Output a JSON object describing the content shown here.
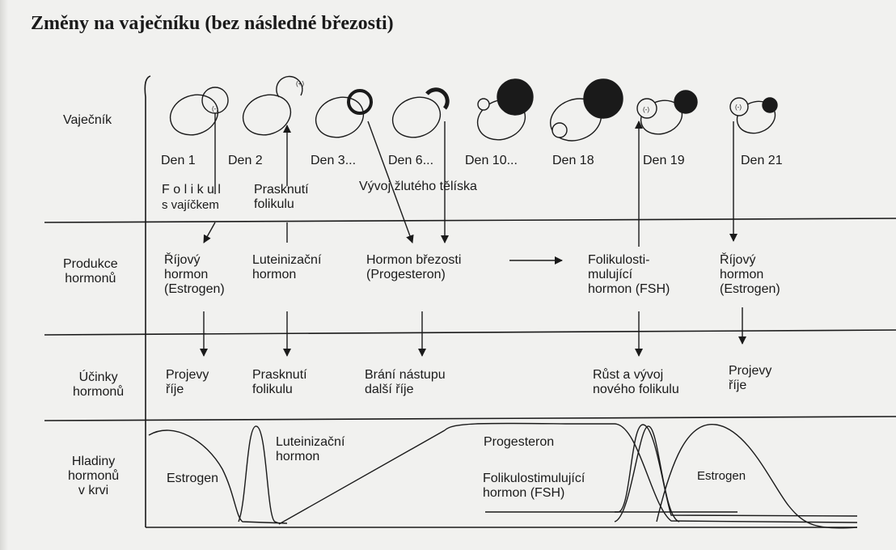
{
  "title": "Změny na vaječníku (bez následné březosti)",
  "rows": {
    "ovary": "Vaječník",
    "production": "Produkce\nhormonů",
    "effects": "Účinky\nhormonů",
    "levels": "Hladiny\nhormonů\nv krvi"
  },
  "days": [
    "Den 1",
    "Den 2",
    "Den 3...",
    "Den 6...",
    "Den 10...",
    "Den 18",
    "Den 19",
    "Den 21"
  ],
  "ovary_labels": {
    "follicle": "F o l i k u l",
    "follicle_egg": "s vajíčkem",
    "rupture": "Prasknutí\nfolikulu",
    "corpus_luteum": "Vývoj žlutého tělíska"
  },
  "hormones": {
    "estrogen_1": "Říjový\nhormon\n(Estrogen)",
    "lh": "Luteinizační\nhormon",
    "progesterone": "Hormon březosti\n(Progesteron)",
    "fsh": "Folikulosti-\nmulující\nhormon (FSH)",
    "estrogen_2": "Říjový\nhormon\n(Estrogen)"
  },
  "effects": {
    "estrus_1": "Projevy\nříje",
    "rupture": "Prasknutí\nfolikulu",
    "prevent": "Brání nástupu\ndalší říje",
    "growth": "Růst a vývoj\nnového folikulu",
    "estrus_2": "Projevy\nříje"
  },
  "curves": {
    "estrogen_1": "Estrogen",
    "lh": "Luteinizační\nhormon",
    "progesterone": "Progesteron",
    "fsh": "Folikulostimulující\nhormon (FSH)",
    "estrogen_2": "Estrogen"
  },
  "ovary_marks": [
    "(-)",
    "(+)",
    "(-)",
    "(-)"
  ]
}
